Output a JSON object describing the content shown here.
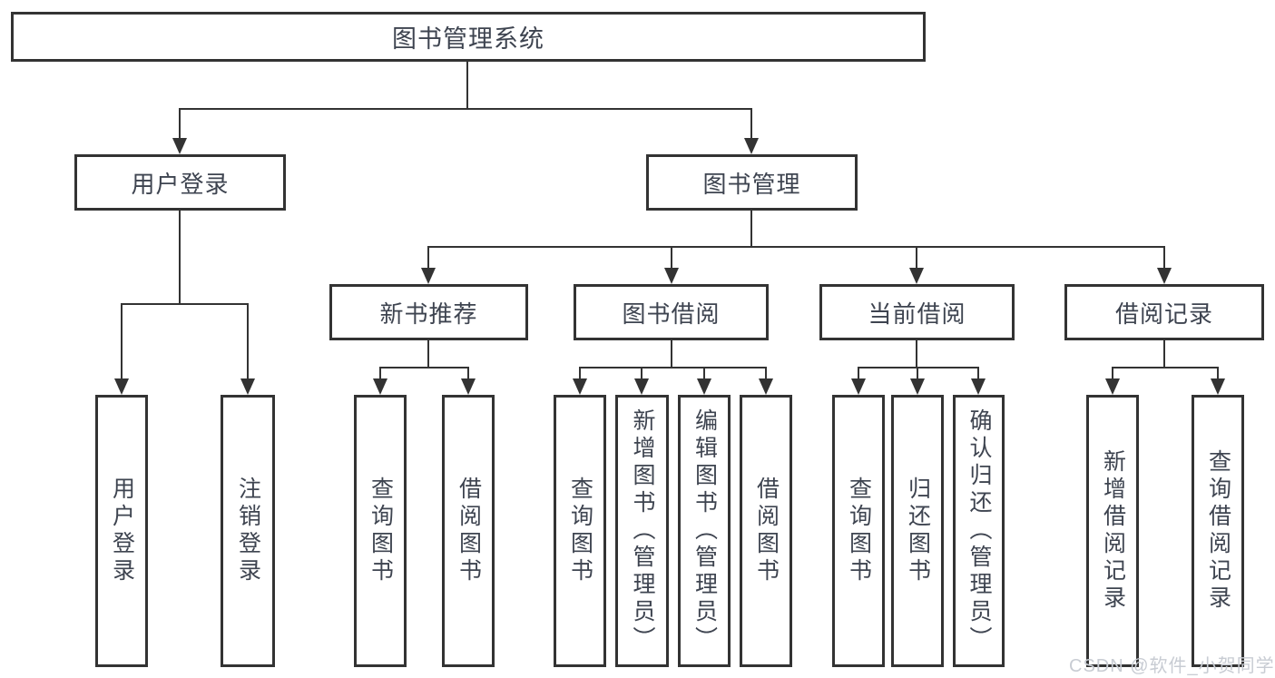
{
  "title": {
    "label": "图书管理系统"
  },
  "level2": {
    "user_login": {
      "label": "用户登录"
    },
    "book_management": {
      "label": "图书管理"
    }
  },
  "level3": {
    "new_book_recommend": {
      "label": "新书推荐"
    },
    "book_borrow": {
      "label": "图书借阅"
    },
    "current_borrow": {
      "label": "当前借阅"
    },
    "borrow_records": {
      "label": "借阅记录"
    }
  },
  "leaves": {
    "user_login": [
      "用户登录",
      "注销登录"
    ],
    "new_book_recommend": [
      "查询图书",
      "借阅图书"
    ],
    "book_borrow": [
      "查询图书",
      "新增图书（管理员）",
      "编辑图书（管理员）",
      "借阅图书"
    ],
    "current_borrow": [
      "查询图书",
      "归还图书",
      "确认归还（管理员）"
    ],
    "borrow_records": [
      "新增借阅记录",
      "查询借阅记录"
    ]
  },
  "watermark": {
    "text": "CSDN @软件_小贺同学"
  },
  "colors": {
    "line": "#333333",
    "text": "#3e4450",
    "background": "#ffffff",
    "watermark": "#c8ccd3"
  }
}
